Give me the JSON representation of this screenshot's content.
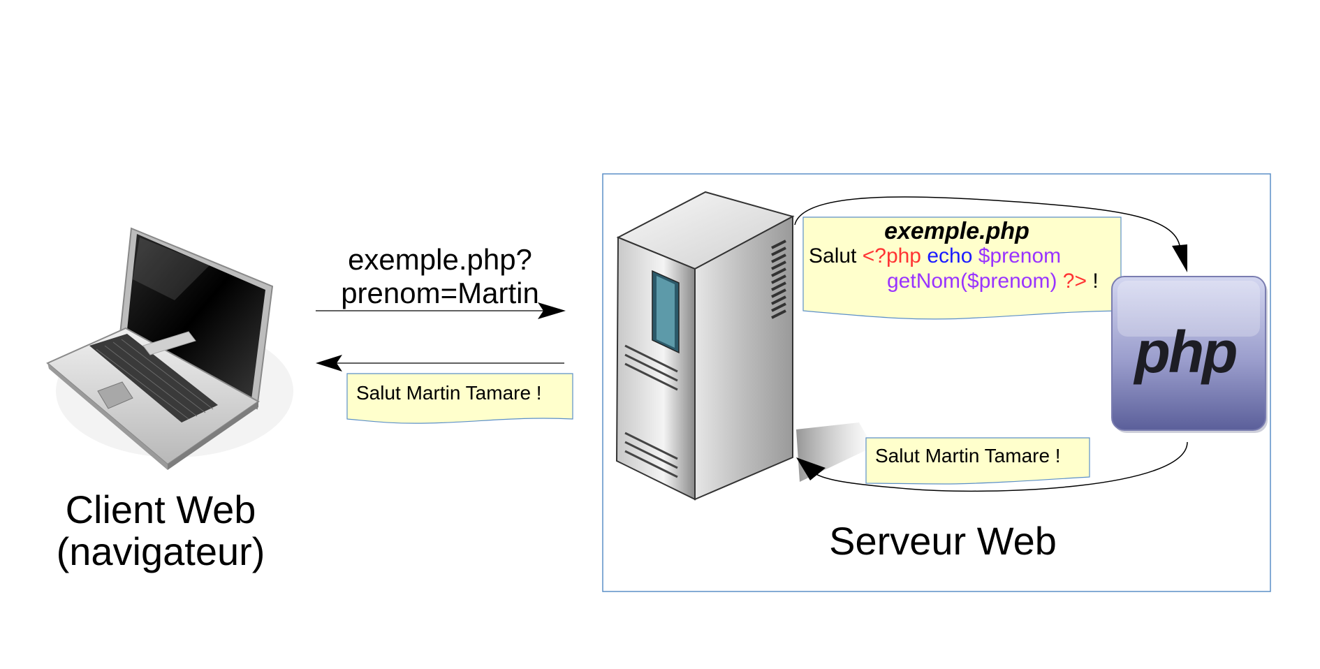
{
  "client": {
    "label_line1": "Client Web",
    "label_line2": "(navigateur)"
  },
  "server": {
    "label": "Serveur Web"
  },
  "request": {
    "line1": "exemple.php?",
    "line2": "prenom=Martin"
  },
  "document": {
    "title": "exemple.php",
    "code": {
      "salut": "Salut",
      "open_tag": "<?php",
      "echo": "echo",
      "var1": "$prenom",
      "func": "getNom($prenom)",
      "close_tag": "?>",
      "bang": "!"
    }
  },
  "response": {
    "client_note": "Salut Martin Tamare !",
    "server_note": "Salut Martin Tamare !"
  },
  "php_logo": {
    "text": "php"
  },
  "colors": {
    "note_fill": "#ffffcc",
    "note_border": "#5b8fc7",
    "frame_border": "#5b8fc7",
    "code_red": "#ff3333",
    "code_blue": "#1a1aff",
    "code_purple": "#9933ff",
    "php_logo_top": "#c9cdea",
    "php_logo_bottom": "#5b5f9a"
  }
}
